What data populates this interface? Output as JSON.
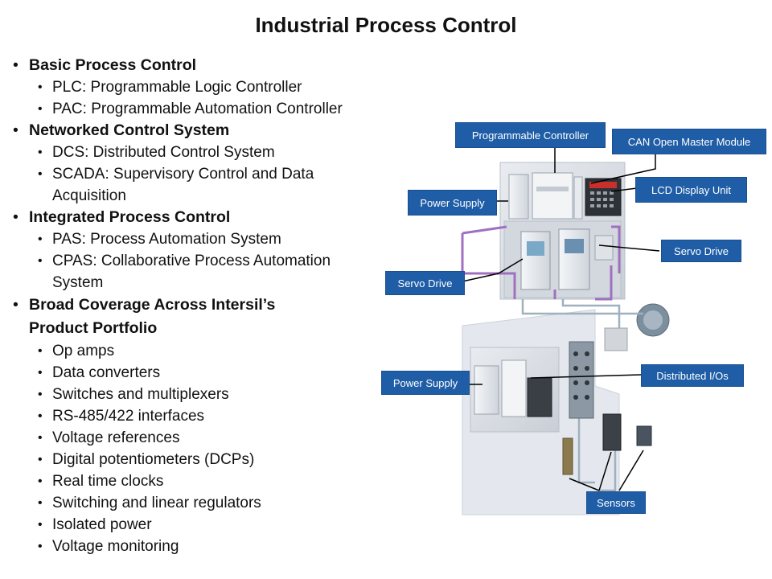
{
  "title": "Industrial Process Control",
  "bullets": [
    {
      "text": "Basic Process Control",
      "children": [
        "PLC: Programmable Logic Controller",
        "PAC: Programmable Automation Controller"
      ]
    },
    {
      "text": "Networked Control System",
      "children": [
        "DCS: Distributed Control System",
        "SCADA: Supervisory Control and Data Acquisition"
      ]
    },
    {
      "text": "Integrated Process Control",
      "children": [
        "PAS: Process Automation System",
        "CPAS: Collaborative Process Automation System"
      ]
    },
    {
      "text": "Broad Coverage Across Intersil’s Product Portfolio",
      "children": [
        "Op amps",
        "Data converters",
        "Switches and multiplexers",
        "RS-485/422 interfaces",
        "Voltage references",
        "Digital potentiometers (DCPs)",
        "Real time clocks",
        "Switching and linear regulators",
        "Isolated power",
        "Voltage monitoring"
      ]
    }
  ],
  "diagram": {
    "labels": {
      "programmable_controller": "Programmable  Controller",
      "can_open": "CAN Open Master Module",
      "power_supply_top": "Power Supply",
      "lcd_display": "LCD Display Unit",
      "servo_drive_right": "Servo Drive",
      "servo_drive_left": "Servo Drive",
      "power_supply_bottom": "Power Supply",
      "distributed_ios": "Distributed I/Os",
      "sensors": "Sensors"
    },
    "colors": {
      "label_bg": "#1f5da6",
      "cable": "#a070c0"
    }
  }
}
